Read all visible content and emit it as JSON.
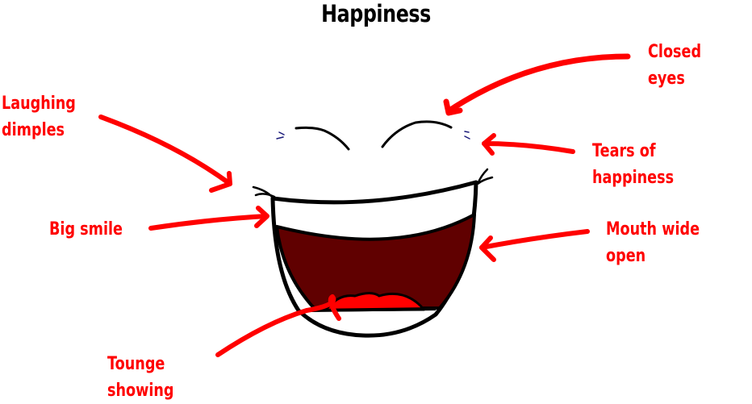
{
  "title": "Happiness",
  "colors": {
    "annotation": "#ff0000",
    "outline": "#000000",
    "mouth_interior": "#600000",
    "tongue": "#ff0000",
    "tears": "#1a1a7a",
    "background": "#ffffff"
  },
  "labels": {
    "closed_eyes": "Closed eyes",
    "laughing_dimples": "Laughing\ndimples",
    "tears_of_happiness": "Tears of\nhappiness",
    "big_smile": "Big smile",
    "mouth_wide_open": "Mouth wide\nopen",
    "tongue_showing": "Tounge\nshowing"
  }
}
